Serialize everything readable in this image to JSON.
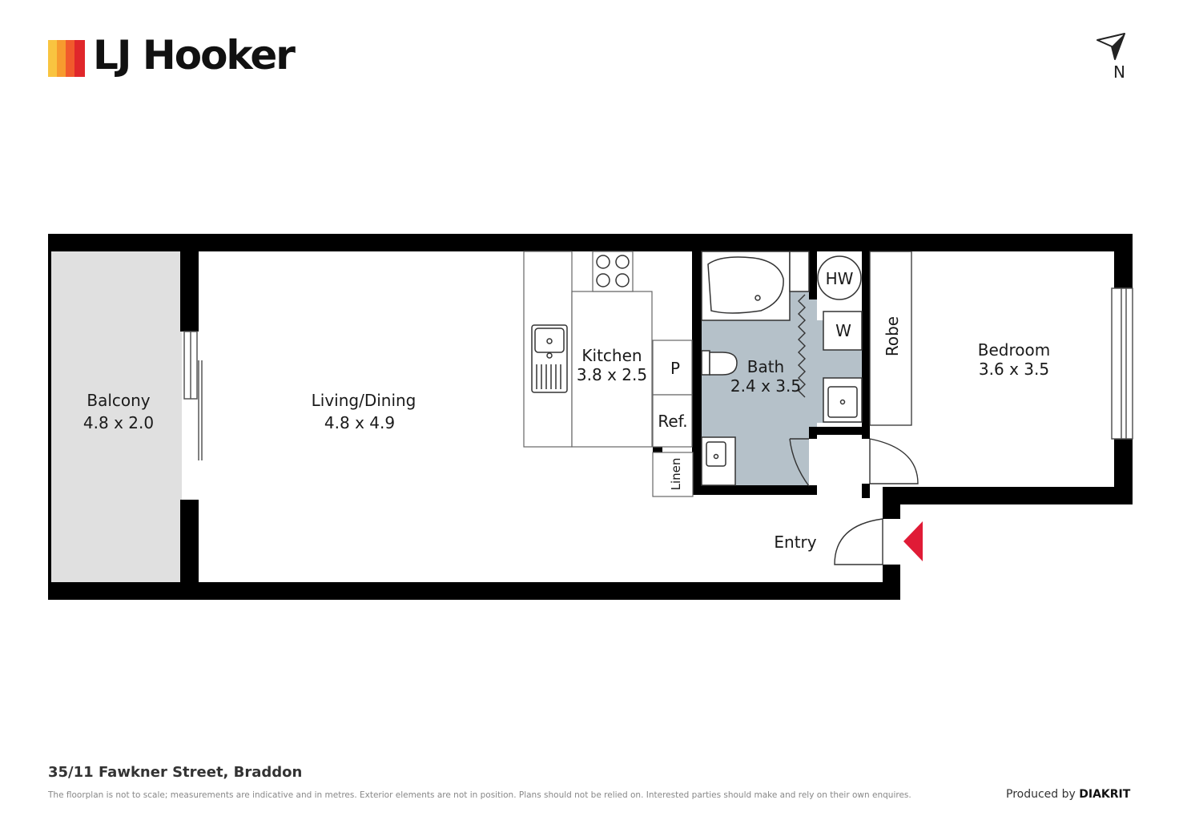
{
  "brand": {
    "name": "LJ Hooker",
    "logo_colors": [
      "#f9c440",
      "#f79b2e",
      "#f15a2c",
      "#e0272b"
    ]
  },
  "compass": {
    "label": "N"
  },
  "rooms": {
    "balcony": {
      "name": "Balcony",
      "size": "4.8 x 2.0"
    },
    "living": {
      "name": "Living/Dining",
      "size": "4.8 x 4.9"
    },
    "kitchen": {
      "name": "Kitchen",
      "size": "3.8 x 2.5"
    },
    "bath": {
      "name": "Bath",
      "size": "2.4 x 3.5"
    },
    "bedroom": {
      "name": "Bedroom",
      "size": "3.6 x 3.5"
    },
    "entry": {
      "name": "Entry"
    },
    "pantry": "P",
    "fridge": "Ref.",
    "linen": "Linen",
    "hot_water": "HW",
    "washer": "W",
    "robe": "Robe"
  },
  "colors": {
    "wall": "#000000",
    "balcony_fill": "#e0e0e0",
    "bath_fill": "#b5c1c9",
    "entry_marker": "#e01b36"
  },
  "footer": {
    "address": "35/11 Fawkner Street, Braddon",
    "disclaimer": "The floorplan is not to scale; measurements are indicative and in metres. Exterior elements are not in position. Plans should not be relied on. Interested parties should make and rely on their own enquires.",
    "produced_by_prefix": "Produced by",
    "produced_by_brand": "DIAKRIT"
  }
}
